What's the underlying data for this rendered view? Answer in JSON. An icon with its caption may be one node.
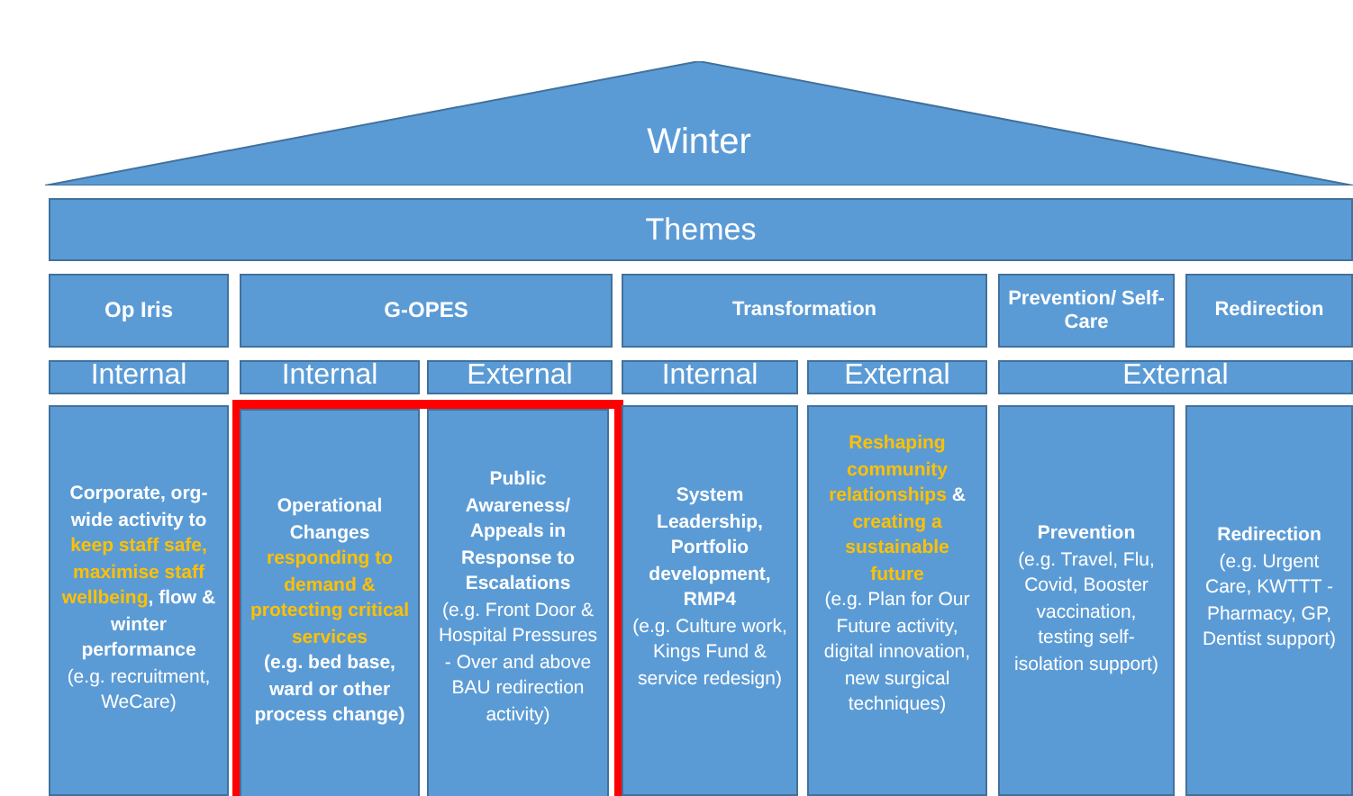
{
  "diagram": {
    "nodes": [
      {
        "text": [
          "Winter"
        ]
      },
      {
        "text": [
          "Themes"
        ]
      },
      {
        "text": [
          "Op Iris"
        ]
      },
      {
        "text": [
          "G-OPES"
        ]
      },
      {
        "text": [
          "Transformation"
        ]
      },
      {
        "text": [
          "Prevention/ Self-Care"
        ]
      },
      {
        "text": [
          "Redirection"
        ]
      },
      {
        "text": [
          "Internal"
        ]
      },
      {
        "text": [
          "Internal"
        ]
      },
      {
        "text": [
          "External"
        ]
      },
      {
        "text": [
          "Internal"
        ]
      },
      {
        "text": [
          "External"
        ]
      },
      {
        "text": [
          "External"
        ]
      },
      {
        "text": [
          "Corporate, org-wide activity to **keep staff safe, maximise staff wellbeing**, flow & winter performance",
          "(e.g. recruitment, WeCare)"
        ]
      },
      {
        "text": [],
        "shape": "box"
      },
      {
        "text": [
          "Operational Changes **responding to demand & protecting critical services**",
          "(e.g. bed base, ward or other process change)"
        ],
        "in": 14
      },
      {
        "text": [
          "Public Awareness/ Appeals in Response to Escalations",
          "(e.g. Front Door & Hospital Pressures - Over and above BAU redirection activity)"
        ],
        "in": 14
      },
      {
        "text": [
          "System Leadership, Portfolio development, RMP4",
          "(e.g. Culture work, Kings Fund & service redesign)"
        ]
      },
      {
        "text": [
          "**Reshaping community relationships** & **creating a sustainable future**",
          "(e.g. Plan for Our Future activity, digital innovation, new surgical techniques)"
        ]
      },
      {
        "text": [
          "Prevention",
          "(e.g. Travel, Flu, Covid, Booster vaccination, testing self-isolation support)"
        ]
      },
      {
        "text": [
          "Redirection",
          "(e.g. Urgent Care, KWTTT - Pharmacy, GP, Dentist support)"
        ]
      }
    ]
  }
}
